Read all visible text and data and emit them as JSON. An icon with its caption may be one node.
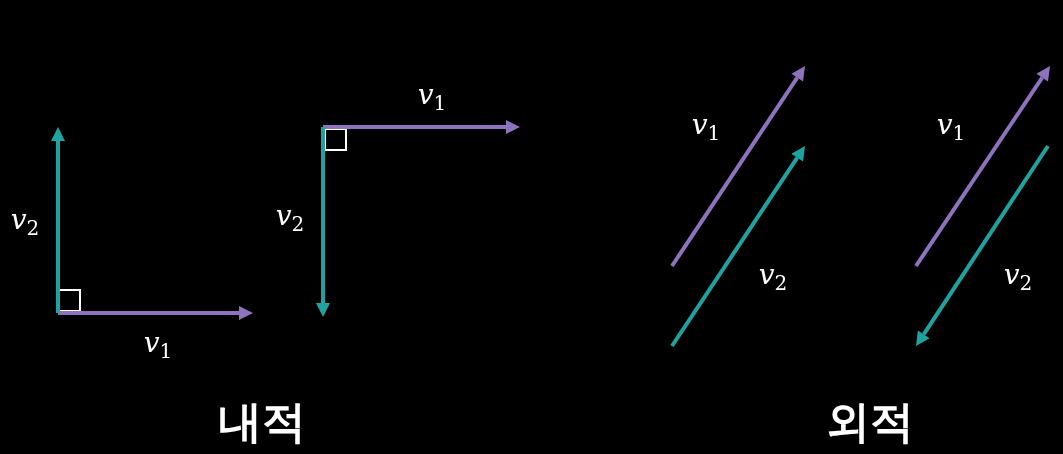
{
  "diagram": {
    "labels": [
      "*v*$_{1}$",
      "*v*$_{1}$",
      "*v*$_{1}$",
      "*v*$_{2}$",
      "*v*$_{2}$",
      "*v*$_{2}$",
      "*v*$_{2}$",
      "*v*$_{1}$",
      "내적",
      "외적"
    ]
  }
}
